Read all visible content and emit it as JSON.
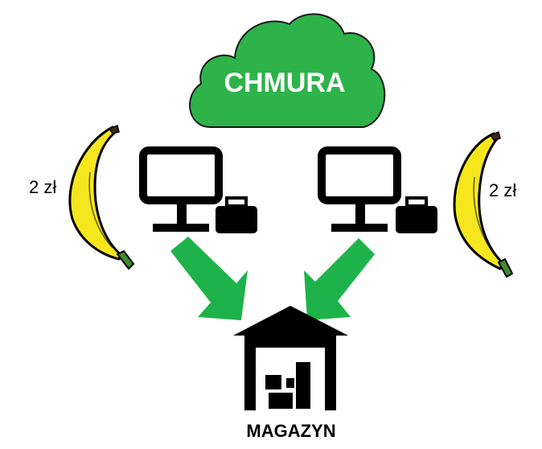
{
  "cloud": {
    "label": "CHMURA",
    "color": "#2db34a",
    "outline": "#1a1a1a"
  },
  "bananas": {
    "left_price": "2 zł",
    "right_price": "2 zł",
    "fill": "#f5e61e",
    "stem": "#3d8a2f"
  },
  "terminals": {
    "count": 2,
    "icon": "pos-terminal-icon",
    "color": "#000000"
  },
  "arrows": {
    "color": "#1db34a"
  },
  "warehouse": {
    "label": "MAGAZYN",
    "icon": "warehouse-icon",
    "color": "#000000"
  }
}
